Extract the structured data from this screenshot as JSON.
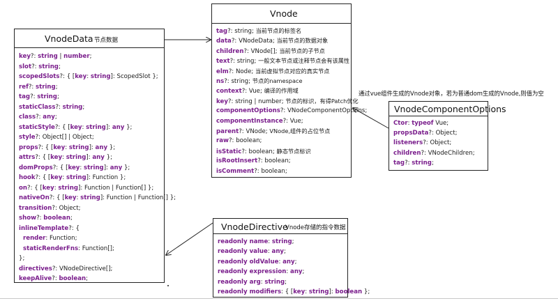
{
  "vnode": {
    "title": "Vnode",
    "fields": [
      {
        "key": "tag",
        "type": "string",
        "comment": "当前节点的标签名"
      },
      {
        "key": "data",
        "type": "VNodeData",
        "comment": "当前节点的数据对象"
      },
      {
        "key": "children",
        "type": "VNode[]",
        "comment": "当前节点的子节点"
      },
      {
        "key": "text",
        "type": "string",
        "comment": "一般文本节点或注释节点会有该属性"
      },
      {
        "key": "elm",
        "type": "Node",
        "comment": "当前虚拟节点对应的真实节点"
      },
      {
        "key": "ns",
        "type": "string",
        "comment": "节点的namespace"
      },
      {
        "key": "context",
        "type": "Vue",
        "comment": "编译的作用域"
      },
      {
        "key": "key",
        "type": "string | number",
        "comment": "节点的标识，有得Patch优化"
      },
      {
        "key": "componentOptions",
        "type": "VNodeComponentOptions",
        "comment": ""
      },
      {
        "key": "componentInstance",
        "type": "Vue",
        "comment": ""
      },
      {
        "key": "parent",
        "type": "VNode",
        "comment": "VNode,组件的占位节点"
      },
      {
        "key": "raw",
        "type": "boolean",
        "comment": ""
      },
      {
        "key": "isStatic",
        "type": "boolean",
        "comment": "静态节点标识"
      },
      {
        "key": "isRootInsert",
        "type": "boolean",
        "comment": ""
      },
      {
        "key": "isComment",
        "type": "boolean",
        "comment": ""
      }
    ]
  },
  "vnodedata": {
    "title": "VnodeData",
    "note": "节点数据",
    "lines": [
      {
        "parts": [
          {
            "k": "key"
          },
          {
            "t": "?: "
          },
          {
            "k": "string"
          },
          {
            "t": " | "
          },
          {
            "k": "number"
          },
          {
            "t": ";"
          }
        ]
      },
      {
        "parts": [
          {
            "k": "slot"
          },
          {
            "t": "?: "
          },
          {
            "k": "string"
          },
          {
            "t": ";"
          }
        ]
      },
      {
        "parts": [
          {
            "k": "scopedSlots"
          },
          {
            "t": "?: { ["
          },
          {
            "k": "key"
          },
          {
            "t": ": "
          },
          {
            "k": "string"
          },
          {
            "t": "]: ScopedSlot };"
          }
        ]
      },
      {
        "parts": [
          {
            "k": "ref"
          },
          {
            "t": "?: "
          },
          {
            "k": "string"
          },
          {
            "t": ";"
          }
        ]
      },
      {
        "parts": [
          {
            "k": "tag"
          },
          {
            "t": "?: "
          },
          {
            "k": "string"
          },
          {
            "t": ";"
          }
        ]
      },
      {
        "parts": [
          {
            "k": "staticClass"
          },
          {
            "t": "?: "
          },
          {
            "k": "string"
          },
          {
            "t": ";"
          }
        ]
      },
      {
        "parts": [
          {
            "k": "class"
          },
          {
            "t": "?: "
          },
          {
            "k": "any"
          },
          {
            "t": ";"
          }
        ]
      },
      {
        "parts": [
          {
            "k": "staticStyle"
          },
          {
            "t": "?: { ["
          },
          {
            "k": "key"
          },
          {
            "t": ": "
          },
          {
            "k": "string"
          },
          {
            "t": "]: "
          },
          {
            "k": "any"
          },
          {
            "t": " };"
          }
        ]
      },
      {
        "parts": [
          {
            "k": "style"
          },
          {
            "t": "?: Object[] | Object;"
          }
        ]
      },
      {
        "parts": [
          {
            "k": "props"
          },
          {
            "t": "?: { ["
          },
          {
            "k": "key"
          },
          {
            "t": ": "
          },
          {
            "k": "string"
          },
          {
            "t": "]: "
          },
          {
            "k": "any"
          },
          {
            "t": " };"
          }
        ]
      },
      {
        "parts": [
          {
            "k": "attrs"
          },
          {
            "t": "?: { ["
          },
          {
            "k": "key"
          },
          {
            "t": ": "
          },
          {
            "k": "string"
          },
          {
            "t": "]: "
          },
          {
            "k": "any"
          },
          {
            "t": " };"
          }
        ]
      },
      {
        "parts": [
          {
            "k": "domProps"
          },
          {
            "t": "?: { ["
          },
          {
            "k": "key"
          },
          {
            "t": ": "
          },
          {
            "k": "string"
          },
          {
            "t": "]: "
          },
          {
            "k": "any"
          },
          {
            "t": " };"
          }
        ]
      },
      {
        "parts": [
          {
            "k": "hook"
          },
          {
            "t": "?: { ["
          },
          {
            "k": "key"
          },
          {
            "t": ": "
          },
          {
            "k": "string"
          },
          {
            "t": "]: Function };"
          }
        ]
      },
      {
        "parts": [
          {
            "k": "on"
          },
          {
            "t": "?: { ["
          },
          {
            "k": "key"
          },
          {
            "t": ": "
          },
          {
            "k": "string"
          },
          {
            "t": "]: Function | Function[] };"
          }
        ]
      },
      {
        "parts": [
          {
            "k": "nativeOn"
          },
          {
            "t": "?: { ["
          },
          {
            "k": "key"
          },
          {
            "t": ": "
          },
          {
            "k": "string"
          },
          {
            "t": "]: Function | Function[] };"
          }
        ]
      },
      {
        "parts": [
          {
            "k": "transition"
          },
          {
            "t": "?: Object;"
          }
        ]
      },
      {
        "parts": [
          {
            "k": "show"
          },
          {
            "t": "?: "
          },
          {
            "k": "boolean"
          },
          {
            "t": ";"
          }
        ]
      },
      {
        "parts": [
          {
            "k": "inlineTemplate"
          },
          {
            "t": "?: {"
          }
        ]
      },
      {
        "indent": true,
        "parts": [
          {
            "k": "render"
          },
          {
            "t": ": Function;"
          }
        ]
      },
      {
        "indent": true,
        "parts": [
          {
            "k": "staticRenderFns"
          },
          {
            "t": ": Function[];"
          }
        ]
      },
      {
        "parts": [
          {
            "t": "};"
          }
        ]
      },
      {
        "parts": [
          {
            "k": "directives"
          },
          {
            "t": "?: VNodeDirective[];"
          }
        ]
      },
      {
        "parts": [
          {
            "k": "keepAlive"
          },
          {
            "t": "?: "
          },
          {
            "k": "boolean"
          },
          {
            "t": ";"
          }
        ]
      }
    ]
  },
  "vnodecomponentoptions": {
    "title": "VnodeComponentOptions",
    "lines": [
      {
        "parts": [
          {
            "k": "Ctor"
          },
          {
            "t": ": "
          },
          {
            "k": "typeof"
          },
          {
            "t": " Vue;"
          }
        ]
      },
      {
        "parts": [
          {
            "k": "propsData"
          },
          {
            "t": "?: Object;"
          }
        ]
      },
      {
        "parts": [
          {
            "k": "listeners"
          },
          {
            "t": "?: Object;"
          }
        ]
      },
      {
        "parts": [
          {
            "k": "children"
          },
          {
            "t": "?: VNodeChildren;"
          }
        ]
      },
      {
        "parts": [
          {
            "k": "tag"
          },
          {
            "t": "?: "
          },
          {
            "k": "string"
          },
          {
            "t": ";"
          }
        ]
      }
    ]
  },
  "vnodedirective": {
    "title": "VnodeDirective",
    "note": "Vnode存储的指令数据",
    "lines": [
      {
        "parts": [
          {
            "k": "readonly name"
          },
          {
            "t": ": "
          },
          {
            "k": "string"
          },
          {
            "t": ";"
          }
        ]
      },
      {
        "parts": [
          {
            "k": "readonly value"
          },
          {
            "t": ": "
          },
          {
            "k": "any"
          },
          {
            "t": ";"
          }
        ]
      },
      {
        "parts": [
          {
            "k": "readonly oldValue"
          },
          {
            "t": ": "
          },
          {
            "k": "any"
          },
          {
            "t": ";"
          }
        ]
      },
      {
        "parts": [
          {
            "k": "readonly expression"
          },
          {
            "t": ": "
          },
          {
            "k": "any"
          },
          {
            "t": ";"
          }
        ]
      },
      {
        "parts": [
          {
            "k": "readonly arg"
          },
          {
            "t": ": "
          },
          {
            "k": "string"
          },
          {
            "t": ";"
          }
        ]
      },
      {
        "parts": [
          {
            "k": "readonly modifiers"
          },
          {
            "t": ": { ["
          },
          {
            "k": "key"
          },
          {
            "t": ": "
          },
          {
            "k": "string"
          },
          {
            "t": "]: "
          },
          {
            "k": "boolean"
          },
          {
            "t": " };"
          }
        ]
      }
    ]
  },
  "annotation": "通过vue组件生成的Vnode对象，若为普通dom生成的Vnode,则值为空",
  "colors": {
    "keyword": "#7a1e8c",
    "text": "#1a1a1a",
    "border": "#222222"
  }
}
